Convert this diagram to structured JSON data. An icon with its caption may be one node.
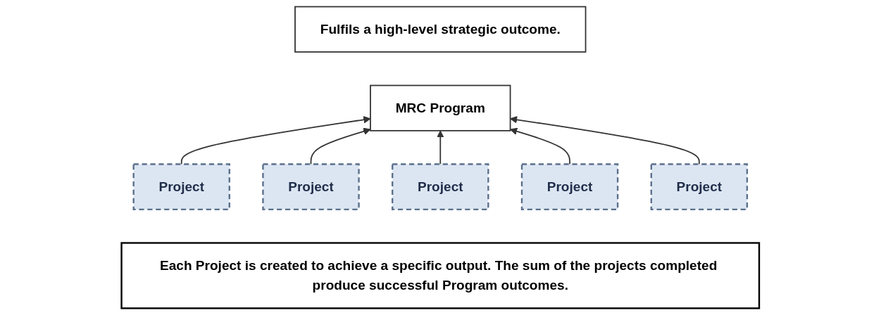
{
  "diagram": {
    "nodes": [
      {
        "text": [
          "Fulfils a high-level strategic outcome."
        ]
      },
      {
        "text": [
          "MRC Program"
        ]
      },
      {
        "text": [
          "Project"
        ]
      },
      {
        "text": [
          "Project"
        ]
      },
      {
        "text": [
          "Project"
        ]
      },
      {
        "text": [
          "Project"
        ]
      },
      {
        "text": [
          "Project"
        ]
      },
      {
        "text": [
          "Each Project is created to achieve a specific output. The sum of the projects completed produce successful Program outcomes."
        ]
      }
    ],
    "edges": [
      {
        "from": 2,
        "to": 1,
        "arrow": "to"
      },
      {
        "from": 3,
        "to": 1,
        "arrow": "to"
      },
      {
        "from": 4,
        "to": 1,
        "arrow": "to"
      },
      {
        "from": 5,
        "to": 1,
        "arrow": "to"
      },
      {
        "from": 6,
        "to": 1,
        "arrow": "to"
      }
    ]
  }
}
